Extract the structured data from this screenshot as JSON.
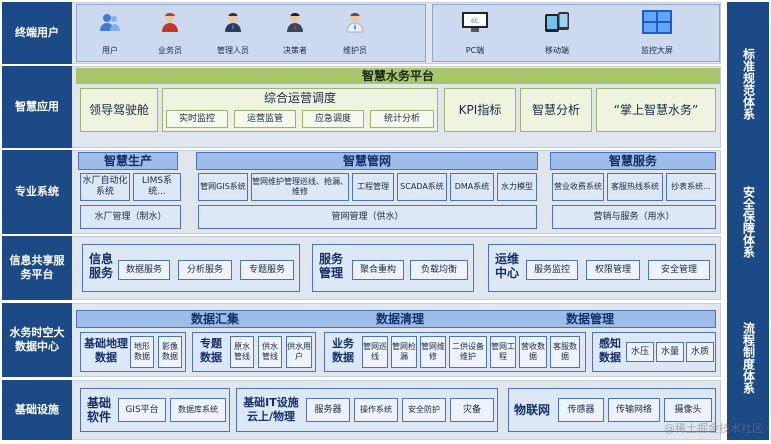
{
  "side_labels": [
    "标准规范体系",
    "安全保障体系",
    "流程制度体系"
  ],
  "rows": {
    "users": {
      "label": "终端用户",
      "items": [
        "用户",
        "业务员",
        "管理人员",
        "决策者",
        "维护员"
      ],
      "devices": [
        "PC端",
        "移动端",
        "监控大屏"
      ]
    },
    "apps": {
      "label": "智慧应用",
      "title": "智慧水务平台",
      "cockpit": "领导驾驶舱",
      "ops_title": "综合运营调度",
      "ops_items": [
        "实时监控",
        "运营监管",
        "应急调度",
        "统计分析"
      ],
      "kpi": "KPI指标",
      "analysis": "智慧分析",
      "mobile": "“掌上智慧水务”"
    },
    "pro": {
      "label": "专业系统",
      "prod_title": "智慧生产",
      "prod_items": [
        "水厂自动化系统",
        "LIMS系统..."
      ],
      "prod_bar": "水厂管理（制水）",
      "net_title": "智慧管网",
      "net_items": [
        "管网GIS系统",
        "管网维护管理巡线、抢漏、维修",
        "工程管理",
        "SCADA系统",
        "DMA系统",
        "水力模型"
      ],
      "net_bar": "管网管理（供水）",
      "svc_title": "智慧服务",
      "svc_items": [
        "营业收费系统",
        "客服热线系统",
        "抄表系统..."
      ],
      "svc_bar": "营销与服务（用水）"
    },
    "share": {
      "label": "信息共享服务平台",
      "g1": {
        "title": "信息服务",
        "items": [
          "数据服务",
          "分析服务",
          "专题服务"
        ]
      },
      "g2": {
        "title": "服务管理",
        "items": [
          "聚合重构",
          "负载均衡"
        ]
      },
      "g3": {
        "title": "运维中心",
        "items": [
          "服务监控",
          "权限管理",
          "安全管理"
        ]
      }
    },
    "bigdata": {
      "label": "水务时空大数据中心",
      "heads": [
        "数据汇集",
        "数据清理",
        "数据管理"
      ],
      "b1": {
        "title": "基础地理数据",
        "items": [
          "地形数据",
          "影像数据"
        ]
      },
      "b2": {
        "title": "专题数据",
        "items": [
          "原水管线",
          "供水管线",
          "供水用户"
        ]
      },
      "b3": {
        "title": "业务数据",
        "items": [
          "管网巡线",
          "管网检漏",
          "管网维修",
          "二供设备维护",
          "管网工程",
          "营收数据",
          "客服数据"
        ]
      },
      "b4": {
        "title": "感知数据",
        "items": [
          "水压",
          "水量",
          "水质"
        ]
      }
    },
    "infra": {
      "label": "基础设施",
      "i1": {
        "title": "基础软件",
        "items": [
          "GIS平台",
          "数据库系统"
        ]
      },
      "i2": {
        "title": "基础IT设施云上/物理",
        "items": [
          "服务器",
          "操作系统",
          "安全防护",
          "灾备"
        ]
      },
      "i3": {
        "title": "物联网",
        "items": [
          "传感器",
          "传输网络",
          "摄像头"
        ]
      }
    }
  },
  "watermark": "@稀土掘金技术社区"
}
